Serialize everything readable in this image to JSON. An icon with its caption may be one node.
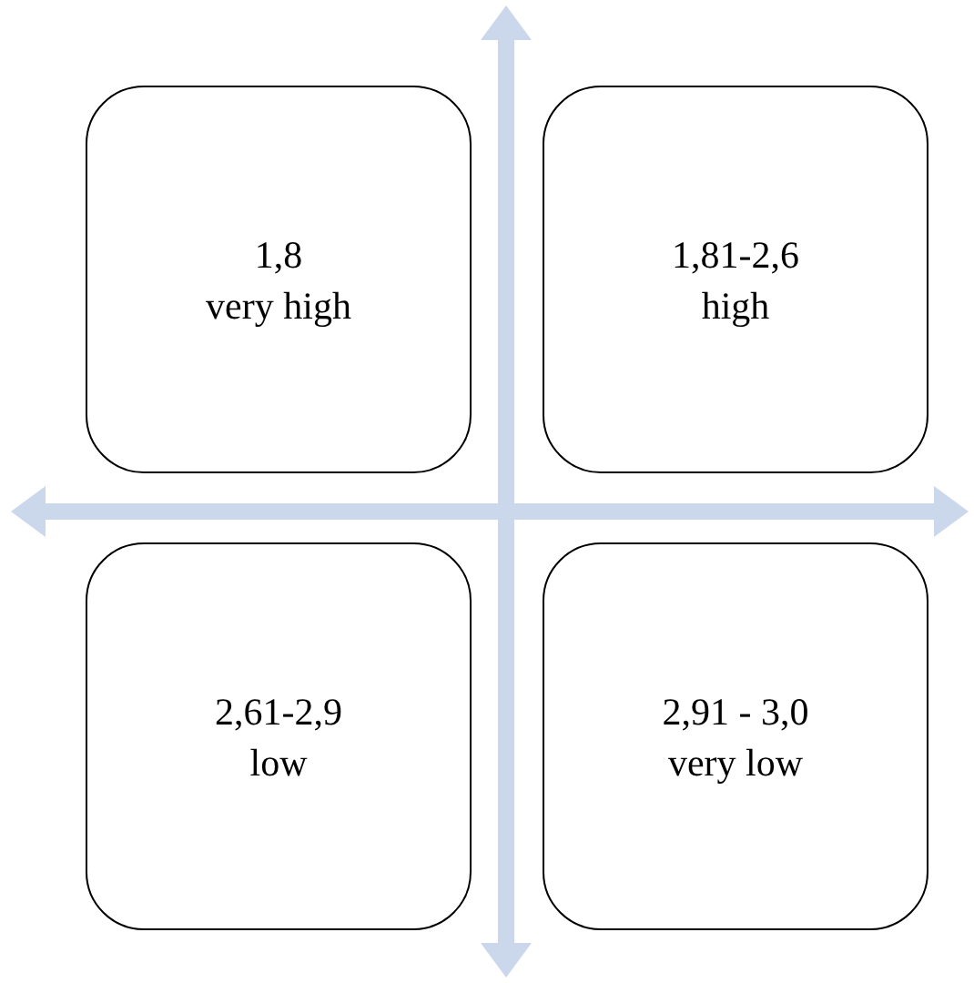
{
  "diagram": {
    "nodes": [
      {
        "text": [
          "1,8",
          "very high"
        ]
      },
      {
        "text": [
          "1,81-2,6",
          "high"
        ]
      },
      {
        "text": [
          "2,61-2,9",
          "low"
        ]
      },
      {
        "text": [
          "2,91 - 3,0",
          "very low"
        ]
      }
    ]
  }
}
